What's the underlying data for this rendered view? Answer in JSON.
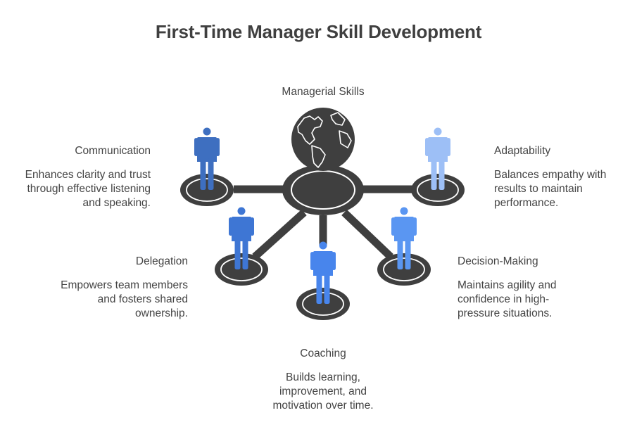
{
  "title": "First-Time Manager Skill Development",
  "center": {
    "label": "Managerial Skills",
    "icon": "globe-icon"
  },
  "skills": [
    {
      "label": "Communication",
      "desc": "Enhances clarity and trust through effective listening and speaking.",
      "color": "#3e6fc0"
    },
    {
      "label": "Adaptability",
      "desc": "Balances empathy with results to maintain performance.",
      "color": "#9dbff6"
    },
    {
      "label": "Delegation",
      "desc": "Empowers team members and fosters shared ownership.",
      "color": "#3e76d4"
    },
    {
      "label": "Coaching",
      "desc": "Builds learning, improvement, and motivation over time.",
      "color": "#4885ec"
    },
    {
      "label": "Decision-Making",
      "desc": "Maintains agility and confidence in high-pressure situations.",
      "color": "#5a96f2"
    }
  ],
  "colors": {
    "platform": "#3f3f3f",
    "connector": "#3f3f3f"
  }
}
